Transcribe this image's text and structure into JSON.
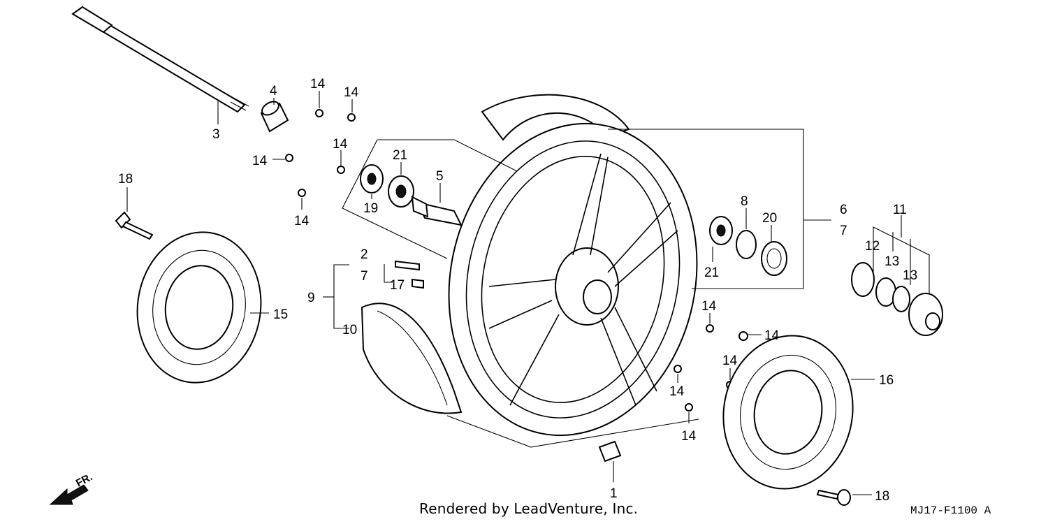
{
  "footer": {
    "credit": "Rendered by LeadVenture, Inc.",
    "diagram_code": "MJ17-F1100 A"
  },
  "direction_label": "FR.",
  "callouts": [
    {
      "id": "c3",
      "text": "3"
    },
    {
      "id": "c4",
      "text": "4"
    },
    {
      "id": "c14a",
      "text": "14"
    },
    {
      "id": "c14b",
      "text": "14"
    },
    {
      "id": "c14c",
      "text": "14"
    },
    {
      "id": "c14d",
      "text": "14"
    },
    {
      "id": "c14e",
      "text": "14"
    },
    {
      "id": "c18a",
      "text": "18"
    },
    {
      "id": "c15",
      "text": "15"
    },
    {
      "id": "c21a",
      "text": "21"
    },
    {
      "id": "c5",
      "text": "5"
    },
    {
      "id": "c19",
      "text": "19"
    },
    {
      "id": "c2",
      "text": "2"
    },
    {
      "id": "c7a",
      "text": "7"
    },
    {
      "id": "c9",
      "text": "9"
    },
    {
      "id": "c17",
      "text": "17"
    },
    {
      "id": "c10",
      "text": "10"
    },
    {
      "id": "c8",
      "text": "8"
    },
    {
      "id": "c20",
      "text": "20"
    },
    {
      "id": "c21b",
      "text": "21"
    },
    {
      "id": "c6",
      "text": "6"
    },
    {
      "id": "c7b",
      "text": "7"
    },
    {
      "id": "c11",
      "text": "11"
    },
    {
      "id": "c12",
      "text": "12"
    },
    {
      "id": "c13a",
      "text": "13"
    },
    {
      "id": "c13b",
      "text": "13"
    },
    {
      "id": "c14f",
      "text": "14"
    },
    {
      "id": "c14g",
      "text": "14"
    },
    {
      "id": "c14h",
      "text": "14"
    },
    {
      "id": "c14i",
      "text": "14"
    },
    {
      "id": "c14j",
      "text": "14"
    },
    {
      "id": "c16",
      "text": "16"
    },
    {
      "id": "c1",
      "text": "1"
    },
    {
      "id": "c18b",
      "text": "18"
    }
  ]
}
